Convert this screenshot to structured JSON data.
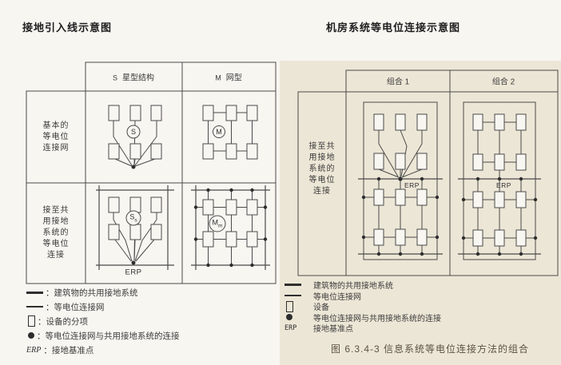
{
  "titles": {
    "left": "接地引入线示意图",
    "right": "机房系统等电位连接示意图"
  },
  "left_table": {
    "header_s_code": "S",
    "header_s_label": "星型结构",
    "header_m_code": "M",
    "header_m_label": "网型",
    "row1_label": "基本的\n等电位\n连接网",
    "row2_label": "接至共\n用接地\n系统的\n等电位\n连接",
    "sym_s": "S",
    "sym_m": "M",
    "sym_ss_main": "S",
    "sym_ss_sub": "s",
    "sym_mm_main": "M",
    "sym_mm_sub": "m",
    "erp": "ERP"
  },
  "right_table": {
    "header_1": "组合 1",
    "header_2": "组合 2",
    "side_label": "接至共\n用接地\n系统的\n等电位\n连接",
    "erp_1": "ERP",
    "erp_2": "ERP"
  },
  "left_legend": {
    "items": [
      {
        "label": "：建筑物的共用接地系统"
      },
      {
        "label": "：等电位连接网"
      },
      {
        "label": "：设备的分项"
      },
      {
        "label": "：等电位连接网与共用接地系统的连接"
      },
      {
        "sym": "ERP",
        "label": "：接地基准点"
      }
    ]
  },
  "right_legend": {
    "items": [
      {
        "label": "建筑物的共用接地系统"
      },
      {
        "label": "等电位连接网"
      },
      {
        "label": "设备"
      },
      {
        "label": "等电位连接网与共用接地系统的连接"
      },
      {
        "sym": "ERP",
        "label": "接地基准点"
      }
    ]
  },
  "caption": "图 6.3.4-3  信息系统等电位连接方法的组合",
  "colors": {
    "ink": "#444444",
    "paper": "#f8f6f1",
    "tint": "#eae3d2"
  }
}
